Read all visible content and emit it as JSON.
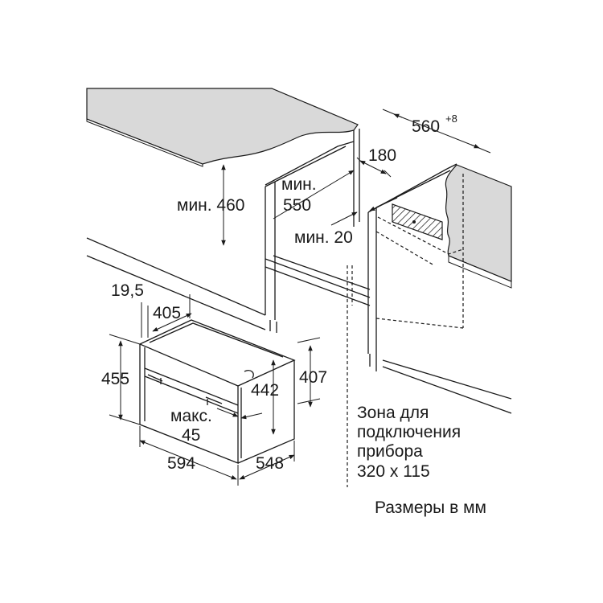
{
  "dimensions": {
    "width_opening": "560",
    "width_opening_tol": "+8",
    "depth_180": "180",
    "min_460": "мин. 460",
    "min_550_a": "мин.",
    "min_550_b": "550",
    "min_20": "мин. 20",
    "d_19_5": "19,5",
    "d_405": "405",
    "d_455": "455",
    "d_442": "442",
    "d_407": "407",
    "max_label": "макс.",
    "max_value": "45",
    "d_594": "594",
    "d_548": "548"
  },
  "connection_zone": {
    "line1": "Зона для",
    "line2": "подключения",
    "line3": "прибора",
    "line4": "320 x 115"
  },
  "units_note": "Размеры в мм",
  "colors": {
    "line": "#1a1a1a",
    "countertop_fill": "#d9d9d9",
    "background": "#ffffff"
  }
}
